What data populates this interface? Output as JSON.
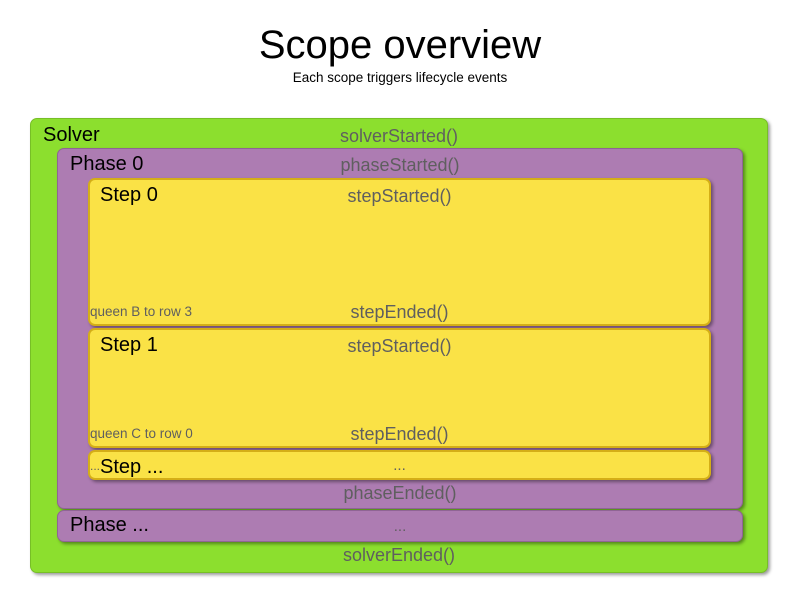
{
  "header": {
    "title": "Scope overview",
    "subtitle": "Each scope triggers lifecycle events"
  },
  "colors": {
    "solver": "#8cdf2e",
    "phase": "#ad7cb2",
    "step": "#fae246",
    "step_border": "#d4ae17",
    "event_text": "#5f5f5f",
    "scope_text": "#000000",
    "background": "#ffffff"
  },
  "diagram": {
    "solver": {
      "label": "Solver",
      "started_event": "solverStarted()",
      "ended_event": "solverEnded()",
      "phases": [
        {
          "label": "Phase 0",
          "started_event": "phaseStarted()",
          "ended_event": "phaseEnded()",
          "steps": [
            {
              "label": "Step 0",
              "started_event": "stepStarted()",
              "ended_event": "stepEnded()",
              "note": "queen B to row 3"
            },
            {
              "label": "Step 1",
              "started_event": "stepStarted()",
              "ended_event": "stepEnded()",
              "note": "queen C to row 0"
            },
            {
              "label": "Step ...",
              "started_event": "...",
              "ended_event": "...",
              "note": "..."
            }
          ]
        },
        {
          "label": "Phase ...",
          "started_event": "...",
          "ended_event": "...",
          "steps": []
        }
      ]
    }
  }
}
